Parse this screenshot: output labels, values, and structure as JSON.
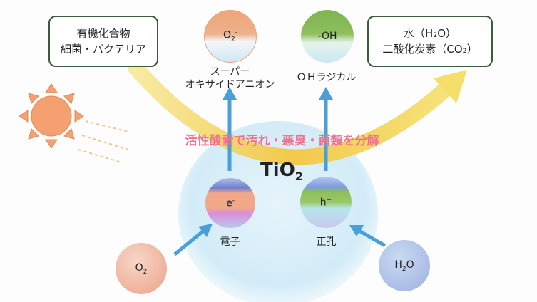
{
  "left_box": {
    "line1": "有機化合物",
    "line2": "細菌・バクテリア"
  },
  "right_box": {
    "line1": "水（H₂O）",
    "line2": "二酸化炭素（CO₂）"
  },
  "superoxide": {
    "symbol": "O",
    "sub": "2",
    "sup": "-",
    "label1": "スーパー",
    "label2": "オキサイドアニオン"
  },
  "hydroxyl": {
    "symbol": "-OH",
    "label": "ＯＨラジカル"
  },
  "banner": "活性酸素で汚れ・悪臭・菌類を分解",
  "catalyst": {
    "symbol": "TiO",
    "sub": "2"
  },
  "electron": {
    "symbol": "e",
    "sup": "-",
    "label": "電子"
  },
  "hole": {
    "symbol": "h",
    "sup": "+",
    "label": "正孔"
  },
  "oxygen": {
    "symbol": "O",
    "sub": "2"
  },
  "water": {
    "symbol": "H",
    "sub": "2",
    "symbol2": "O"
  },
  "colors": {
    "arrow": "#4a9fd8",
    "banner": "#f2708c",
    "arc": "#f2d24a",
    "sun": "#f4a070"
  }
}
